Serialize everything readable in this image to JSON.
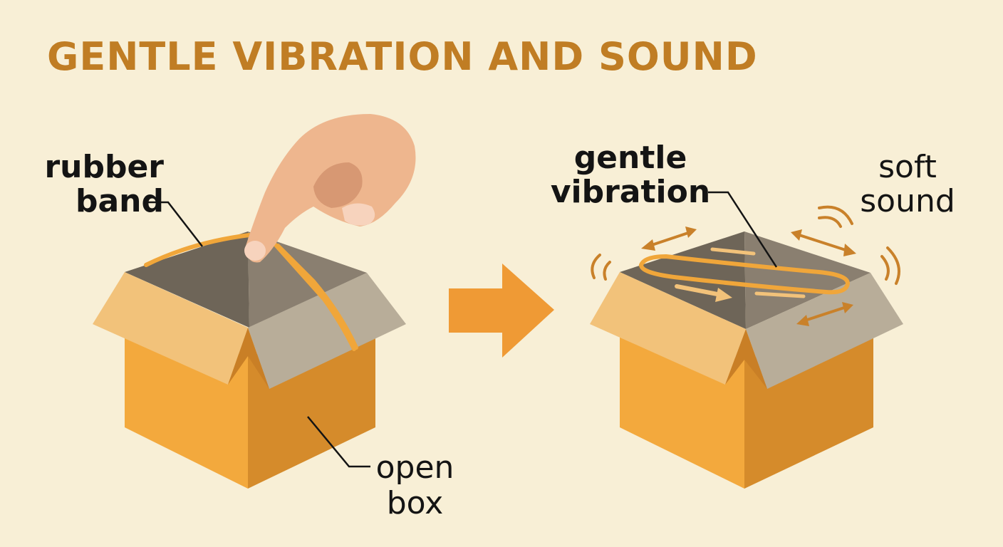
{
  "title": "GENTLE VIBRATION AND SOUND",
  "labels": {
    "rubber_band": [
      "rubber",
      "band"
    ],
    "open_box": [
      "open",
      "box"
    ],
    "gentle_vibration": [
      "gentle",
      "vibration"
    ],
    "soft_sound": [
      "soft",
      "sound"
    ]
  },
  "colors": {
    "background": "#f8efd6",
    "title": "#c07d24",
    "box_front_left": "#f3a93d",
    "box_front_right": "#d58b2b",
    "flap_light": "#f2c27a",
    "flap_grey": "#b8ad99",
    "box_inside_dark": "#6e6558",
    "box_inside_light": "#8a7f70",
    "rubber_band": "#f0a63a",
    "finger": "#eeb68e",
    "arrow": "#ef9a35",
    "motion_marks": "#c9812a"
  },
  "icons": [
    "finger-icon",
    "right-arrow-icon",
    "sound-wave-icon",
    "double-arrow-icon"
  ]
}
